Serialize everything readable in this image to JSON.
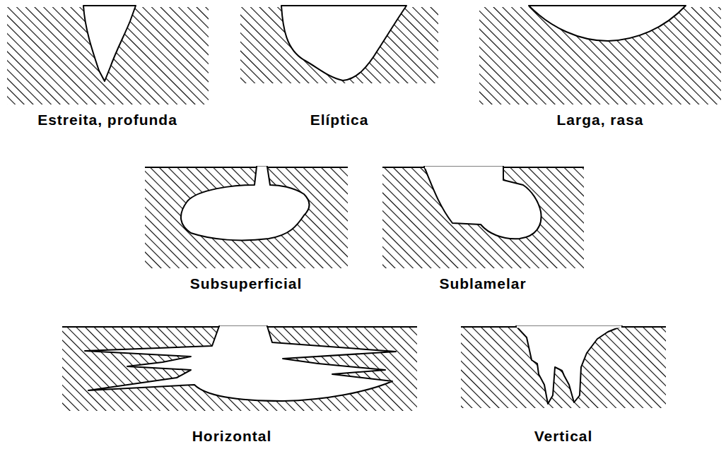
{
  "diagram": {
    "labels": [
      "Estreita, profunda",
      "Elíptica",
      "Larga, rasa",
      "Subsuperficial",
      "Sublamelar",
      "Horizontal",
      "Vertical"
    ]
  }
}
